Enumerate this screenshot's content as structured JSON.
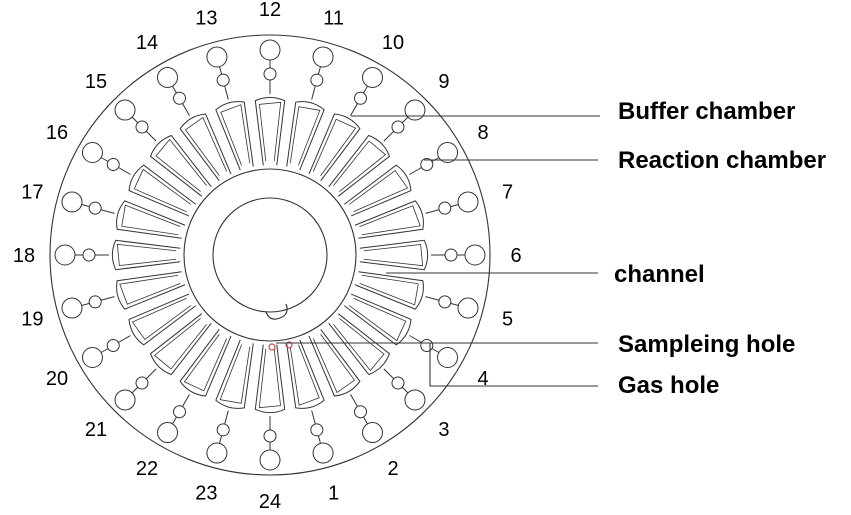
{
  "diagram": {
    "chamber_count": 24,
    "numbers": [
      "1",
      "2",
      "3",
      "4",
      "5",
      "6",
      "7",
      "8",
      "9",
      "10",
      "11",
      "12",
      "13",
      "14",
      "15",
      "16",
      "17",
      "18",
      "19",
      "20",
      "21",
      "22",
      "23",
      "24"
    ],
    "labels": {
      "buffer": "Buffer chamber",
      "reaction": "Reaction chamber",
      "channel": "channel",
      "sampling": "Sampleing hole",
      "gas": "Gas hole"
    },
    "colors": {
      "line": "#333333",
      "hole": "#c0504d"
    }
  }
}
